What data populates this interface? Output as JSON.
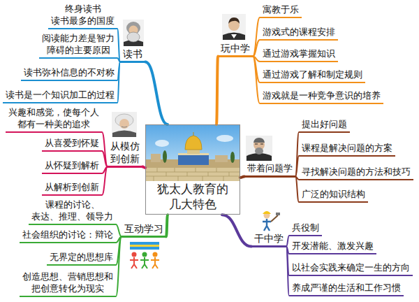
{
  "diagram": {
    "nodes": [
      {
        "text": [
          "犹太人教育的 几大特色"
        ]
      },
      {
        "text": [
          "读书"
        ]
      },
      {
        "text": [
          "终身读书 读书最多的国度"
        ]
      },
      {
        "text": [
          "阅读能力差是智力 障碍的主要原因"
        ]
      },
      {
        "text": [
          "读书弥补信息的不对称"
        ]
      },
      {
        "text": [
          "读书是一个知识加工的过程"
        ]
      },
      {
        "text": [
          "玩中学"
        ]
      },
      {
        "text": [
          "寓教于乐"
        ]
      },
      {
        "text": [
          "游戏式的课程安排"
        ]
      },
      {
        "text": [
          "通过游戏掌握知识"
        ]
      },
      {
        "text": [
          "通过游戏了解和制定规则"
        ]
      },
      {
        "text": [
          "游戏就是一种竞争意识的培养"
        ]
      },
      {
        "text": [
          "从模仿 到创新"
        ]
      },
      {
        "text": [
          "兴趣和感觉，使每个人 都有一种美的追求"
        ]
      },
      {
        "text": [
          "从喜爱到怀疑"
        ]
      },
      {
        "text": [
          "从怀疑到解析"
        ]
      },
      {
        "text": [
          "从解析到创新"
        ]
      },
      {
        "text": [
          "带着问题学"
        ]
      },
      {
        "text": [
          "提出好问题"
        ]
      },
      {
        "text": [
          "课程是解决问题的方案"
        ]
      },
      {
        "text": [
          "寻找解决问题的方法和技巧"
        ]
      },
      {
        "text": [
          "广泛的知识结构"
        ]
      },
      {
        "text": [
          "互动学习"
        ]
      },
      {
        "text": [
          "课程的讨论、 表达、推理、领导力"
        ]
      },
      {
        "text": [
          "社会组织的讨论：辩论"
        ]
      },
      {
        "text": [
          "无界定的思想库"
        ]
      },
      {
        "text": [
          "创造思想、营销思想和 把创意转化为现实"
        ]
      },
      {
        "text": [
          "干中学"
        ]
      },
      {
        "text": [
          "兵役制"
        ]
      },
      {
        "text": [
          "开发潜能、激发兴趣"
        ]
      },
      {
        "text": [
          "以社会实践来确定一生的方向"
        ]
      },
      {
        "text": [
          "养成严谨的生活和工作习惯"
        ]
      }
    ],
    "edges": [
      {
        "from": 0,
        "to": 1,
        "arrow": "none"
      },
      {
        "from": 1,
        "to": 2,
        "arrow": "none"
      },
      {
        "from": 1,
        "to": 3,
        "arrow": "none"
      },
      {
        "from": 1,
        "to": 4,
        "arrow": "none"
      },
      {
        "from": 1,
        "to": 5,
        "arrow": "none"
      },
      {
        "from": 0,
        "to": 6,
        "arrow": "none"
      },
      {
        "from": 6,
        "to": 7,
        "arrow": "none"
      },
      {
        "from": 6,
        "to": 8,
        "arrow": "none"
      },
      {
        "from": 6,
        "to": 9,
        "arrow": "none"
      },
      {
        "from": 6,
        "to": 10,
        "arrow": "none"
      },
      {
        "from": 6,
        "to": 11,
        "arrow": "none"
      },
      {
        "from": 0,
        "to": 12,
        "arrow": "none"
      },
      {
        "from": 12,
        "to": 13,
        "arrow": "none"
      },
      {
        "from": 12,
        "to": 14,
        "arrow": "none"
      },
      {
        "from": 12,
        "to": 15,
        "arrow": "none"
      },
      {
        "from": 12,
        "to": 16,
        "arrow": "none"
      },
      {
        "from": 0,
        "to": 17,
        "arrow": "none"
      },
      {
        "from": 17,
        "to": 18,
        "arrow": "none"
      },
      {
        "from": 17,
        "to": 19,
        "arrow": "none"
      },
      {
        "from": 17,
        "to": 20,
        "arrow": "none"
      },
      {
        "from": 17,
        "to": 21,
        "arrow": "none"
      },
      {
        "from": 0,
        "to": 22,
        "arrow": "none"
      },
      {
        "from": 22,
        "to": 23,
        "arrow": "none"
      },
      {
        "from": 22,
        "to": 24,
        "arrow": "none"
      },
      {
        "from": 22,
        "to": 25,
        "arrow": "none"
      },
      {
        "from": 22,
        "to": 26,
        "arrow": "none"
      },
      {
        "from": 0,
        "to": 27,
        "arrow": "none"
      },
      {
        "from": 27,
        "to": 28,
        "arrow": "none"
      },
      {
        "from": 27,
        "to": 29,
        "arrow": "none"
      },
      {
        "from": 27,
        "to": 30,
        "arrow": "none"
      },
      {
        "from": 27,
        "to": 31,
        "arrow": "none"
      }
    ]
  }
}
